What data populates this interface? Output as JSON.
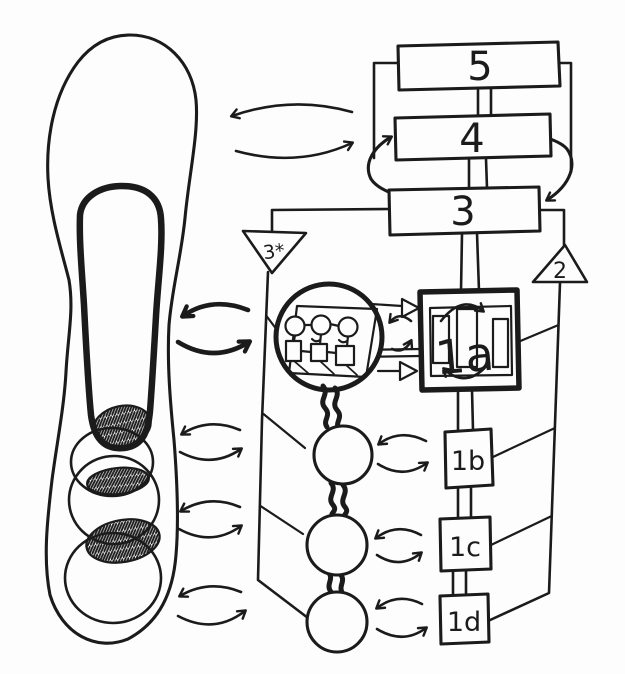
{
  "diagram": {
    "description": "Hand-drawn sketch linking an organic multi-cell structure to a multi-level box hierarchy",
    "colors": {
      "ink": "#1b1b1b",
      "paper": "#fdfdfd"
    },
    "hierarchy_boxes": [
      {
        "label": "5"
      },
      {
        "label": "4"
      },
      {
        "label": "3"
      }
    ],
    "triangle_markers": {
      "left": {
        "label": "3*"
      },
      "right": {
        "label": "2"
      }
    },
    "modules": [
      {
        "label": "1a"
      },
      {
        "label": "1b"
      },
      {
        "label": "1c"
      },
      {
        "label": "1d"
      }
    ]
  }
}
